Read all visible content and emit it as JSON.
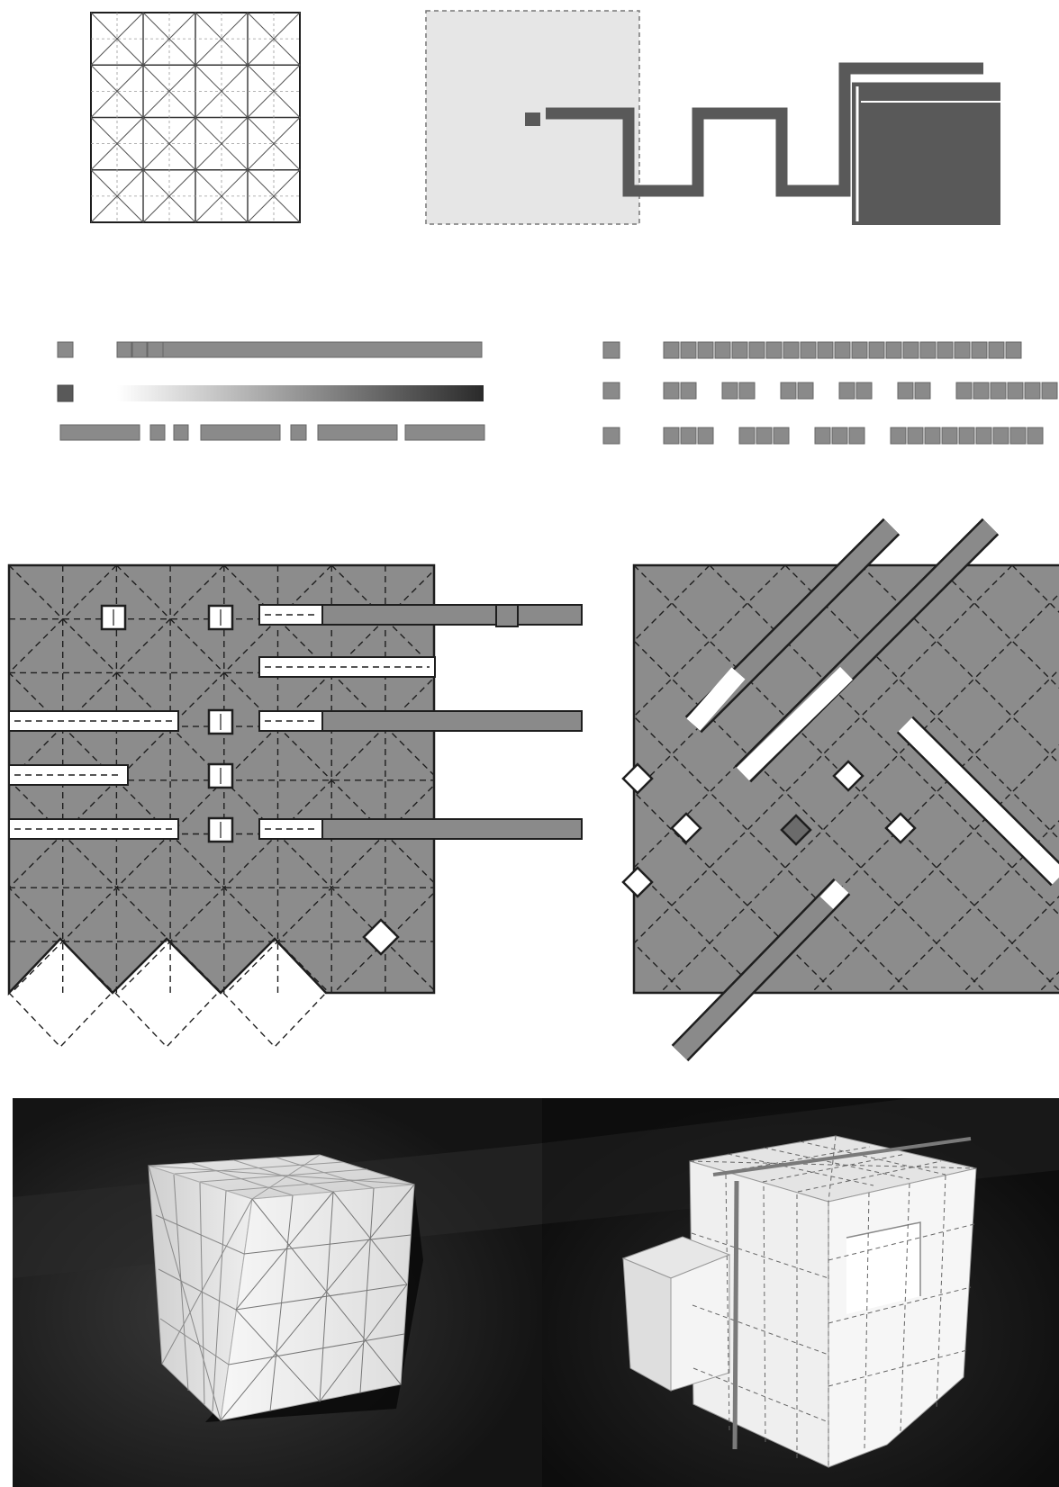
{
  "figure": {
    "panels": [
      {
        "id": "grid-pattern",
        "kind": "crease-grid",
        "cols": 8,
        "rows": 8
      },
      {
        "id": "strip-process",
        "kind": "folding-strip-sequence"
      },
      {
        "id": "stripe-legend-left",
        "kind": "pattern-strips",
        "rows": 3
      },
      {
        "id": "stripe-legend-right",
        "kind": "pattern-strips",
        "rows": 3
      },
      {
        "id": "crease-pattern-square",
        "kind": "crease-pattern-orthogonal"
      },
      {
        "id": "crease-pattern-diagonal",
        "kind": "crease-pattern-diagonal"
      },
      {
        "id": "render-cube-flat",
        "kind": "3d-render",
        "subject": "cube"
      },
      {
        "id": "render-cube-notched",
        "kind": "3d-render",
        "subject": "notched-cube"
      }
    ]
  },
  "colors": {
    "paper": "#ffffff",
    "fill_gray": "#8c8c8c",
    "dark_gray": "#595959",
    "line": "#1e1e1e",
    "frame_light": "#e4e4e4",
    "render_bg": "#1a1a1a",
    "render_floor": "#2e2e2e",
    "cube_face": "#f3f3f3"
  }
}
